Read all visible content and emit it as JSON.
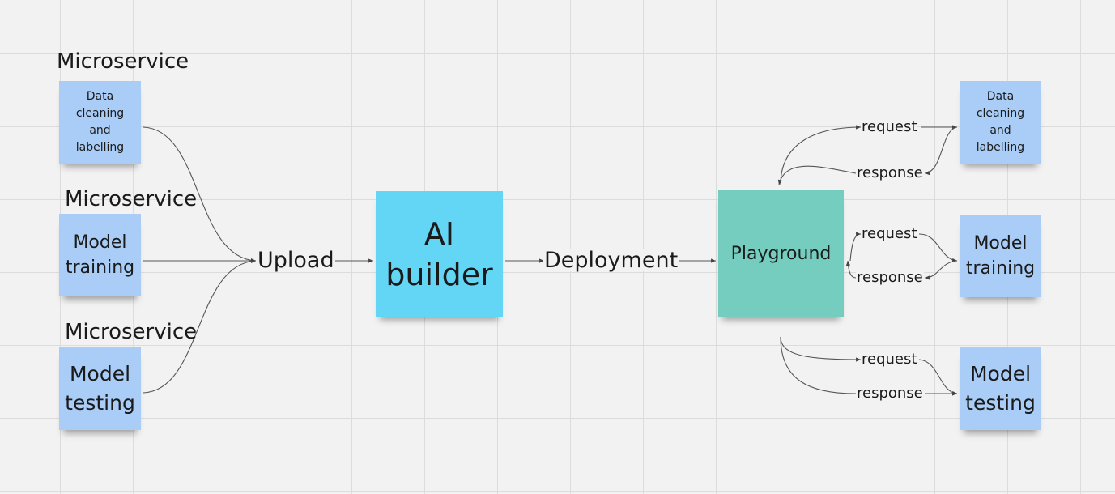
{
  "left_column": {
    "microservice_label": "Microservice",
    "notes": [
      {
        "text": "Data\ncleaning\nand\nlabelling"
      },
      {
        "text": "Model\ntraining"
      },
      {
        "text": "Model\ntesting"
      }
    ]
  },
  "center": {
    "upload_label": "Upload",
    "ai_builder": "AI\nbuilder",
    "deployment_label": "Deployment",
    "playground": "Playground"
  },
  "right_column": {
    "request_label": "request",
    "response_label": "response",
    "notes": [
      {
        "text": "Data\ncleaning\nand\nlabelling"
      },
      {
        "text": "Model\ntraining"
      },
      {
        "text": "Model\ntesting"
      }
    ]
  },
  "colors": {
    "note_blue": "#a9cdf6",
    "ai_builder": "#64d6f5",
    "playground": "#74cdbf",
    "connector": "#555555"
  }
}
